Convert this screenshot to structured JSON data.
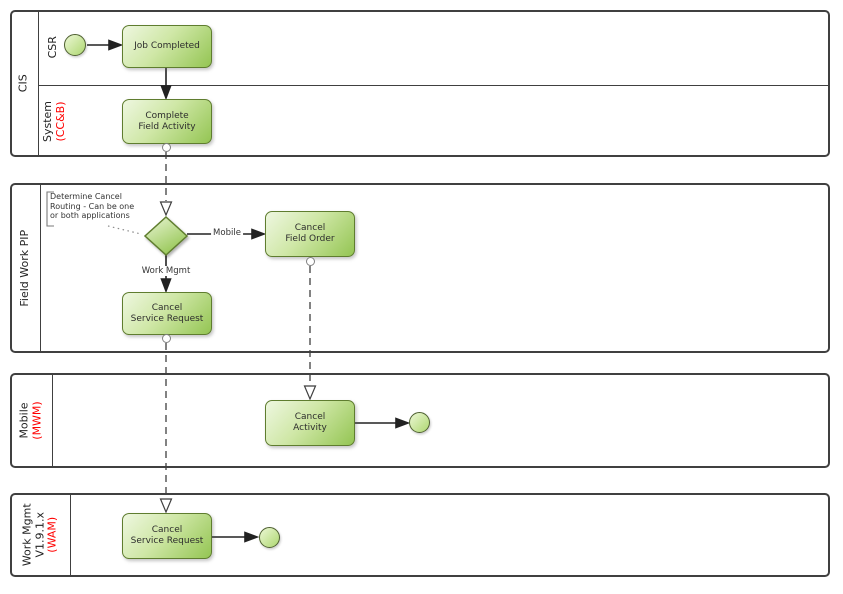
{
  "pools": {
    "cis": {
      "label": "CIS",
      "sublanes": {
        "csr": {
          "label": "CSR"
        },
        "system": {
          "label": "System",
          "sublabel": "(CC&B)"
        }
      }
    },
    "fieldwork": {
      "label": "Field Work PIP"
    },
    "mobile": {
      "label": "Mobile",
      "sublabel": "(MWM)"
    },
    "workmgmt": {
      "label": "Work Mgmt",
      "version": "V1.9.1.x",
      "sublabel": "(WAM)"
    }
  },
  "tasks": {
    "job_completed": {
      "label": "Job Completed"
    },
    "complete_field_activity": {
      "line1": "Complete",
      "line2": "Field Activity"
    },
    "cancel_field_order": {
      "line1": "Cancel",
      "line2": "Field Order"
    },
    "cancel_service_request_pip": {
      "line1": "Cancel",
      "line2": "Service Request"
    },
    "cancel_activity": {
      "line1": "Cancel",
      "line2": "Activity"
    },
    "cancel_service_request_wam": {
      "line1": "Cancel",
      "line2": "Service Request"
    }
  },
  "edge_labels": {
    "mobile": "Mobile",
    "work_mgmt": "Work Mgmt"
  },
  "annotation": {
    "line1": "Determine Cancel",
    "line2": "Routing - Can be one",
    "line3": "or both applications"
  },
  "colors": {
    "lane_border": "#404040",
    "task_border": "#5f7d2f",
    "task_fill_light": "#eef7e0",
    "task_fill_dark": "#94c553",
    "event_border": "#4e6030",
    "accent_red": "#ff0000",
    "connector": "#222222"
  }
}
